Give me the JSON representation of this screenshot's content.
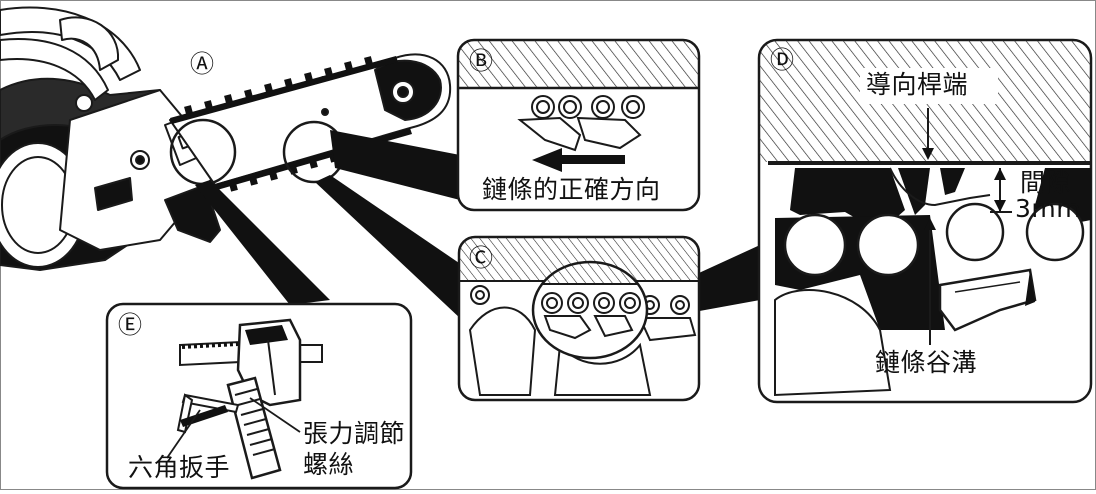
{
  "callouts": {
    "A": "Ⓐ",
    "B": "Ⓑ",
    "C": "Ⓒ",
    "D": "Ⓓ",
    "E": "Ⓔ"
  },
  "labels": {
    "chain_direction": "鏈條的正確方向",
    "guide_bar_tip": "導向桿端",
    "gap": "間隙",
    "gap_value": "3mm",
    "chain_groove": "鏈條谷溝",
    "hex_wrench": "六角扳手",
    "tension_screw_line1": "張力調節",
    "tension_screw_line2": "螺絲"
  },
  "colors": {
    "line": "#1a1a1a",
    "fill_dark": "#111111",
    "background": "#ffffff"
  }
}
